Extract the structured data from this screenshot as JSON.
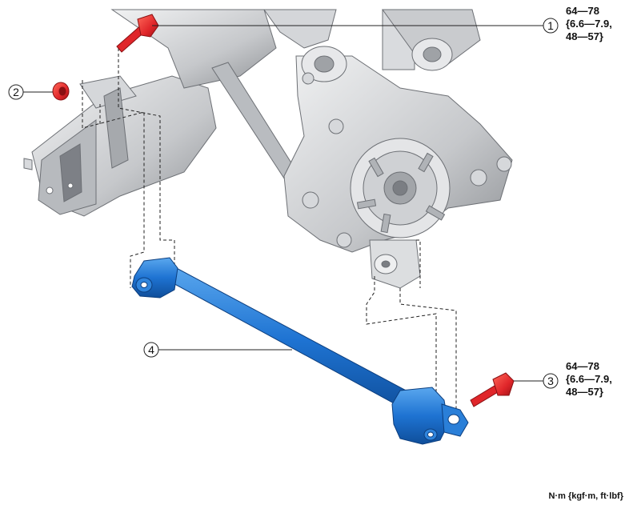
{
  "callouts": [
    {
      "num": "1",
      "part": "bolt"
    },
    {
      "num": "2",
      "part": "nut"
    },
    {
      "num": "3",
      "part": "bolt"
    },
    {
      "num": "4",
      "part": "lateral-link"
    }
  ],
  "torque_specs": {
    "item1": "64—78\n{6.6—7.9,\n48—57}",
    "item3": "64—78\n{6.6—7.9,\n48—57}"
  },
  "units_label": "N·m {kgf·m, ft·lbf}",
  "colors": {
    "highlight_part": "#1e73d2",
    "fastener": "#e0262a",
    "assembly_light": "#e6e7e9",
    "assembly_mid": "#c4c6c9",
    "assembly_dark": "#8d9094",
    "leader_line": "#222222"
  }
}
